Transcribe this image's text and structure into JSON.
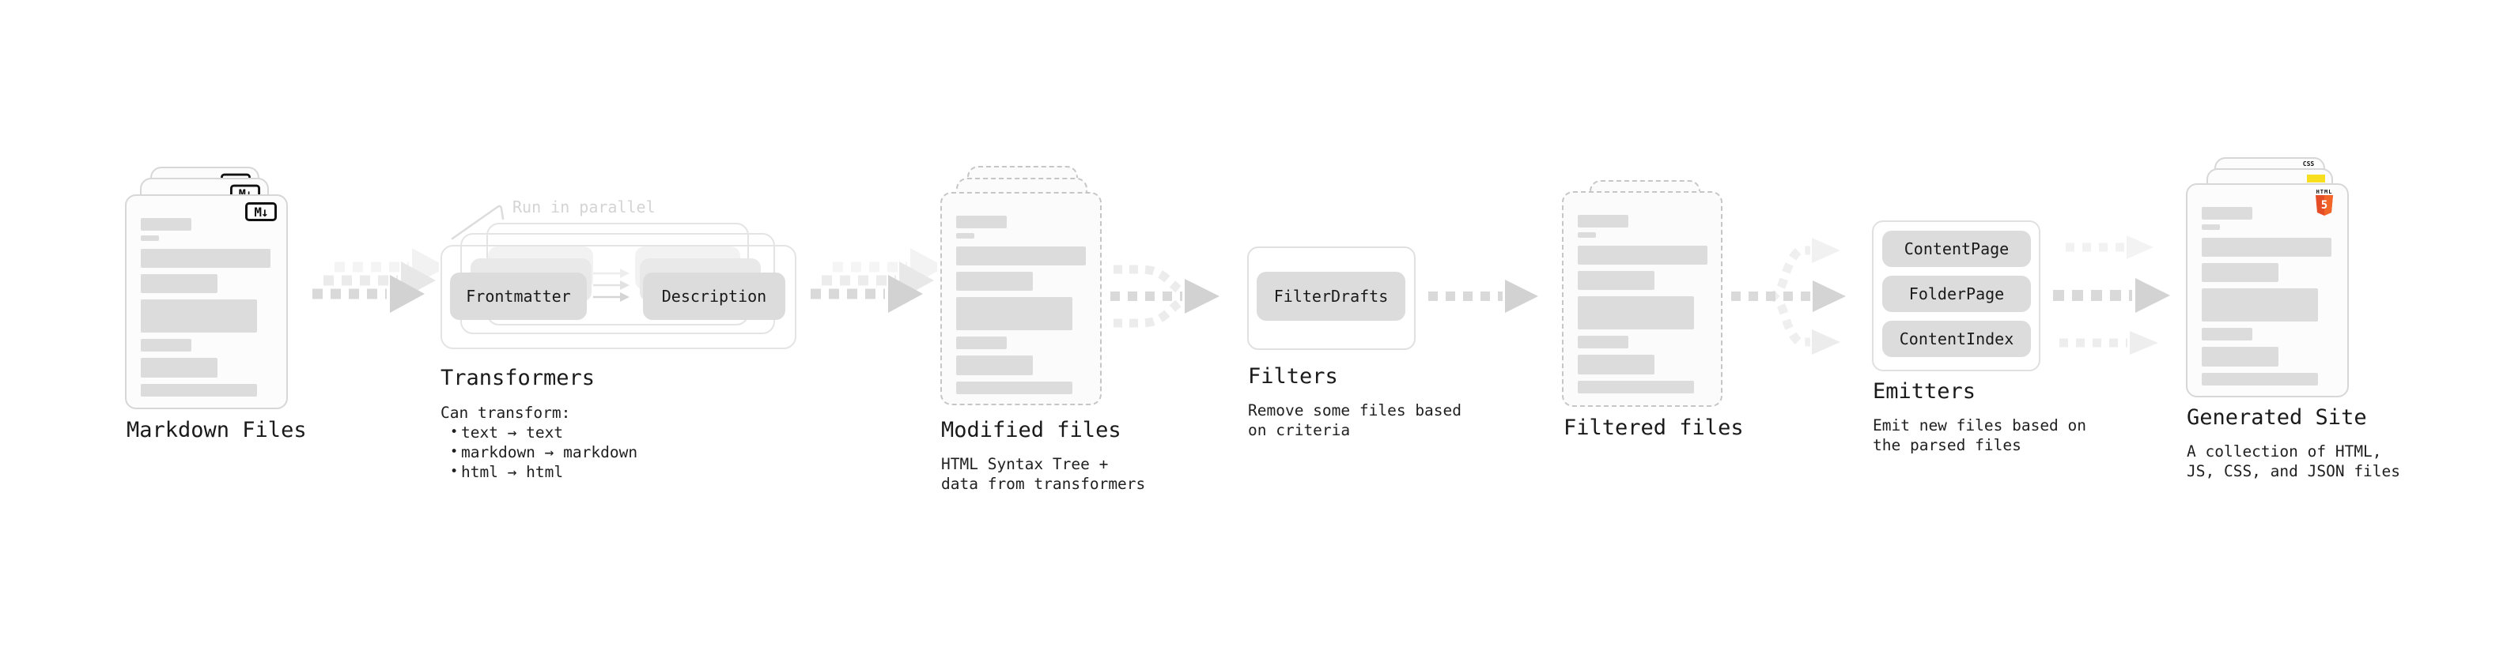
{
  "stages": {
    "markdown_files": {
      "label": "Markdown Files",
      "file_badge": "M↓"
    },
    "transformers": {
      "label": "Transformers",
      "annotation": "Run in parallel",
      "pills": [
        "Frontmatter",
        "Description"
      ],
      "description_intro": "Can transform:",
      "transforms": [
        "text → text",
        "markdown → markdown",
        "html → html"
      ]
    },
    "modified_files": {
      "label": "Modified files",
      "description_lines": [
        "HTML Syntax Tree +",
        "data from transformers"
      ]
    },
    "filters": {
      "label": "Filters",
      "pills": [
        "FilterDrafts"
      ],
      "description_lines": [
        "Remove some files based",
        "on criteria"
      ]
    },
    "filtered_files": {
      "label": "Filtered files"
    },
    "emitters": {
      "label": "Emitters",
      "pills": [
        "ContentPage",
        "FolderPage",
        "ContentIndex"
      ],
      "description_lines": [
        "Emit new files based on",
        "the parsed files"
      ]
    },
    "generated_site": {
      "label": "Generated Site",
      "description_lines": [
        "A collection of HTML,",
        "JS, CSS, and JSON files"
      ],
      "badges": {
        "css_label": "CSS",
        "html_label": "HTML",
        "html5_numeral": "5"
      }
    }
  },
  "colors": {
    "html5_orange": "#e44d26",
    "js_yellow": "#f7df1e",
    "css_blue": "#2965f1"
  }
}
